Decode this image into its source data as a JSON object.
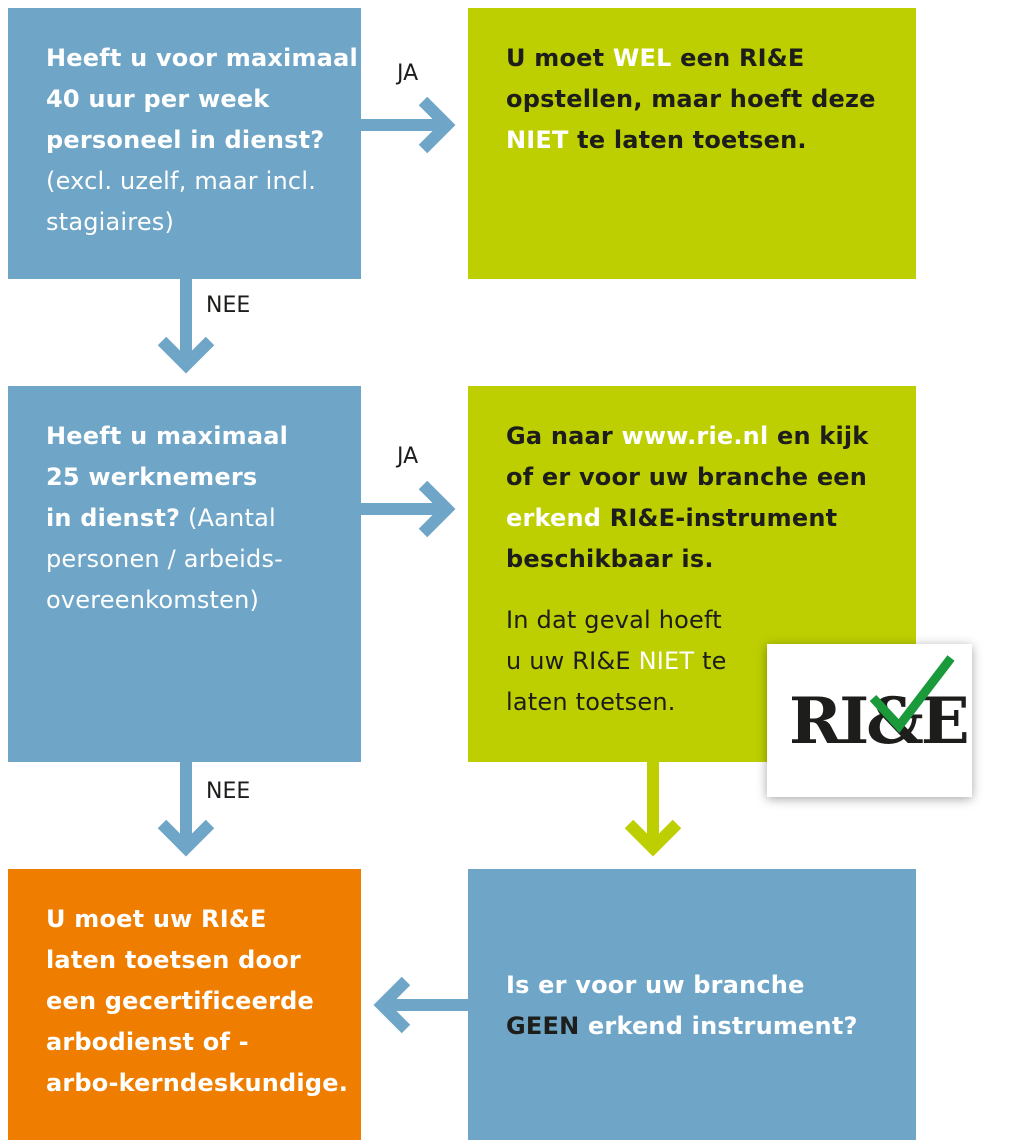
{
  "box1": {
    "q_line1": "Heeft u voor maximaal",
    "q_line2": "40 uur per week",
    "q_line3": "personeel in dienst?",
    "n_line1": "(excl. uzelf, maar incl.",
    "n_line2": "stagiaires)"
  },
  "box2": {
    "l1a": "U moet ",
    "l1b": "WEL",
    "l1c": " een RI&E",
    "l2": "opstellen, maar hoeft deze",
    "l3a": "NIET",
    "l3b": " te laten toetsen."
  },
  "box3": {
    "l1": "Heeft u maximaal",
    "l2": "25 werknemers",
    "l3a": "in dienst?",
    "l3b": " (Aantal",
    "l4": "personen / arbeids-",
    "l5": "overeenkomsten)"
  },
  "box4": {
    "l1a": "Ga naar ",
    "l1b": "www.rie.nl",
    "l1c": " en kijk",
    "l2": "of er voor uw branche een",
    "l3a": "erkend",
    "l3b": " RI&E-instrument",
    "l4": "beschikbaar is.",
    "n1": "In dat geval hoeft",
    "n2a": "u uw RI&E ",
    "n2b": "NIET",
    "n2c": " te",
    "n3": "laten toetsen."
  },
  "box5": {
    "l1": "U moet uw RI&E",
    "l2": "laten toetsen door",
    "l3": "een gecertificeerde",
    "l4": "arbodienst of -",
    "l5": "arbo-kerndeskundige."
  },
  "box6": {
    "l1": "Is er voor uw branche",
    "l2a": "GEEN",
    "l2b": " erkend instrument?"
  },
  "labels": {
    "ja1": "JA",
    "ja2": "JA",
    "nee1": "NEE",
    "nee2": "NEE"
  },
  "logo": {
    "text": "RI&E"
  },
  "colors": {
    "blue": "#6fa5c6",
    "green": "#bdcf00",
    "orange": "#ee7d00",
    "dark": "#1d1d1b",
    "check": "#1a9a3a"
  }
}
